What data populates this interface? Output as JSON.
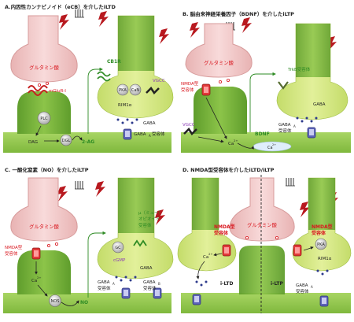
{
  "colors": {
    "pink_terminal": "#f2c9c9",
    "pink_stroke": "#d79b9b",
    "green_cell": "#7ab83a",
    "green_dark": "#4e8a25",
    "yellow_green": "#d6e985",
    "ground_green": "#9ccf5a",
    "red_text": "#d9171f",
    "green_text": "#2e8b24",
    "purple_text": "#8a3bb5",
    "bolt": "#b8191f"
  },
  "panels": [
    {
      "title": "A.内因性カンナビノイド（eCB）を介したiLTD",
      "labels": {
        "glutamate": "グルタミン酸",
        "mglur": "mGluR-I",
        "plc": "PLC",
        "dag": "DAG",
        "dgl": "DGL",
        "ag": "2-AG",
        "cb1r": "CB1R",
        "pka": "PKA",
        "can": "CaN",
        "vgcc": "VGCC",
        "rim": "RIM1α",
        "gaba": "GABA",
        "gabaa": "GABA",
        "gabaa_sub": "A",
        "gabaa_tail": "受容体"
      }
    },
    {
      "title": "B. 脳由来神経栄養因子（BDNF）を介したiLTP",
      "labels": {
        "glutamate": "グルタミン酸",
        "nmda1": "NMDA型",
        "nmda2": "受容体",
        "trkb": "TrkB受容体",
        "gaba": "GABA",
        "vgcc": "VGCC",
        "ca1": "Ca",
        "ca2": "Ca",
        "ca_sup": "2+",
        "bdnf": "BDNF",
        "gabaa1": "GABA",
        "gabaa_sub": "A",
        "gabaa2": "受容体"
      }
    },
    {
      "title": "C. 一酸化窒素（NO）を介したiLTP",
      "labels": {
        "glutamate": "グルタミン酸",
        "nmda1": "NMDA型",
        "nmda2": "受容体",
        "ca": "Ca",
        "ca_sup": "2+",
        "nos": "NOS",
        "no": "NO",
        "gc": "GC",
        "cgmp": "cGMP",
        "mu1": "μ（ミュー）",
        "mu2": "オピオイド",
        "mu3": "受容体",
        "gaba": "GABA",
        "gabaa_left1": "GABA",
        "gabaa_sub": "A",
        "gabaa_left2": "受容体",
        "gabab1": "GABA",
        "gabab_sub": "B",
        "gabab2": "受容体"
      }
    },
    {
      "title": "D. NMDA型受容体を介したiLTD/iLTP",
      "labels": {
        "glutamate": "グルタミン酸",
        "nmda_l1": "NMDA型",
        "nmda_l2": "受容体",
        "nmda_r1": "NMDA型",
        "nmda_r2": "受容体",
        "ca": "Ca",
        "ca_sup": "2+",
        "pka": "PKA",
        "rim": "RIM1α",
        "iltd": "i-LTD",
        "iltp": "i-LTP",
        "gabaa1": "GABA",
        "gabaa_sub": "A",
        "gabaa2": "受容体"
      }
    }
  ]
}
